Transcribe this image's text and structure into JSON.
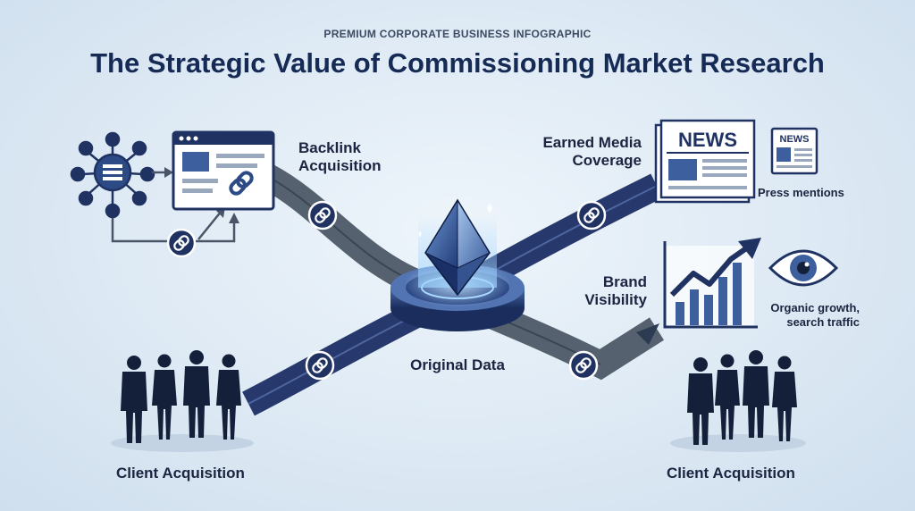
{
  "header": {
    "overline": "PREMIUM CORPORATE BUSINESS INFOGRAPHIC",
    "title": "The Strategic Value of Commissioning Market Research"
  },
  "nodes": {
    "backlink": {
      "line1": "Backlink",
      "line2": "Acquisition"
    },
    "earned_media": {
      "line1": "Earned Media",
      "line2": "Coverage"
    },
    "press": {
      "label": "Press mentions"
    },
    "brand": {
      "line1": "Brand",
      "line2": "Visibility"
    },
    "organic": {
      "line1": "Organic growth,",
      "line2": "search traffic"
    },
    "center": {
      "label": "Original Data"
    },
    "client_left": {
      "label": "Client Acquisition"
    },
    "client_right": {
      "label": "Client Acquisition"
    }
  },
  "newspaper": {
    "masthead_large": "NEWS",
    "masthead_small": "NEWS"
  },
  "colors": {
    "navy": "#1f3262",
    "slate": "#4a5568",
    "accent_blue": "#3d67a8",
    "silhouette": "#14203a",
    "background": "#e3eef8"
  },
  "icons": [
    "network-hub-icon",
    "browser-window-icon",
    "chain-link-icon",
    "crystal-diamond-icon",
    "newspaper-icon",
    "growth-chart-icon",
    "eye-icon",
    "business-people-icon"
  ]
}
